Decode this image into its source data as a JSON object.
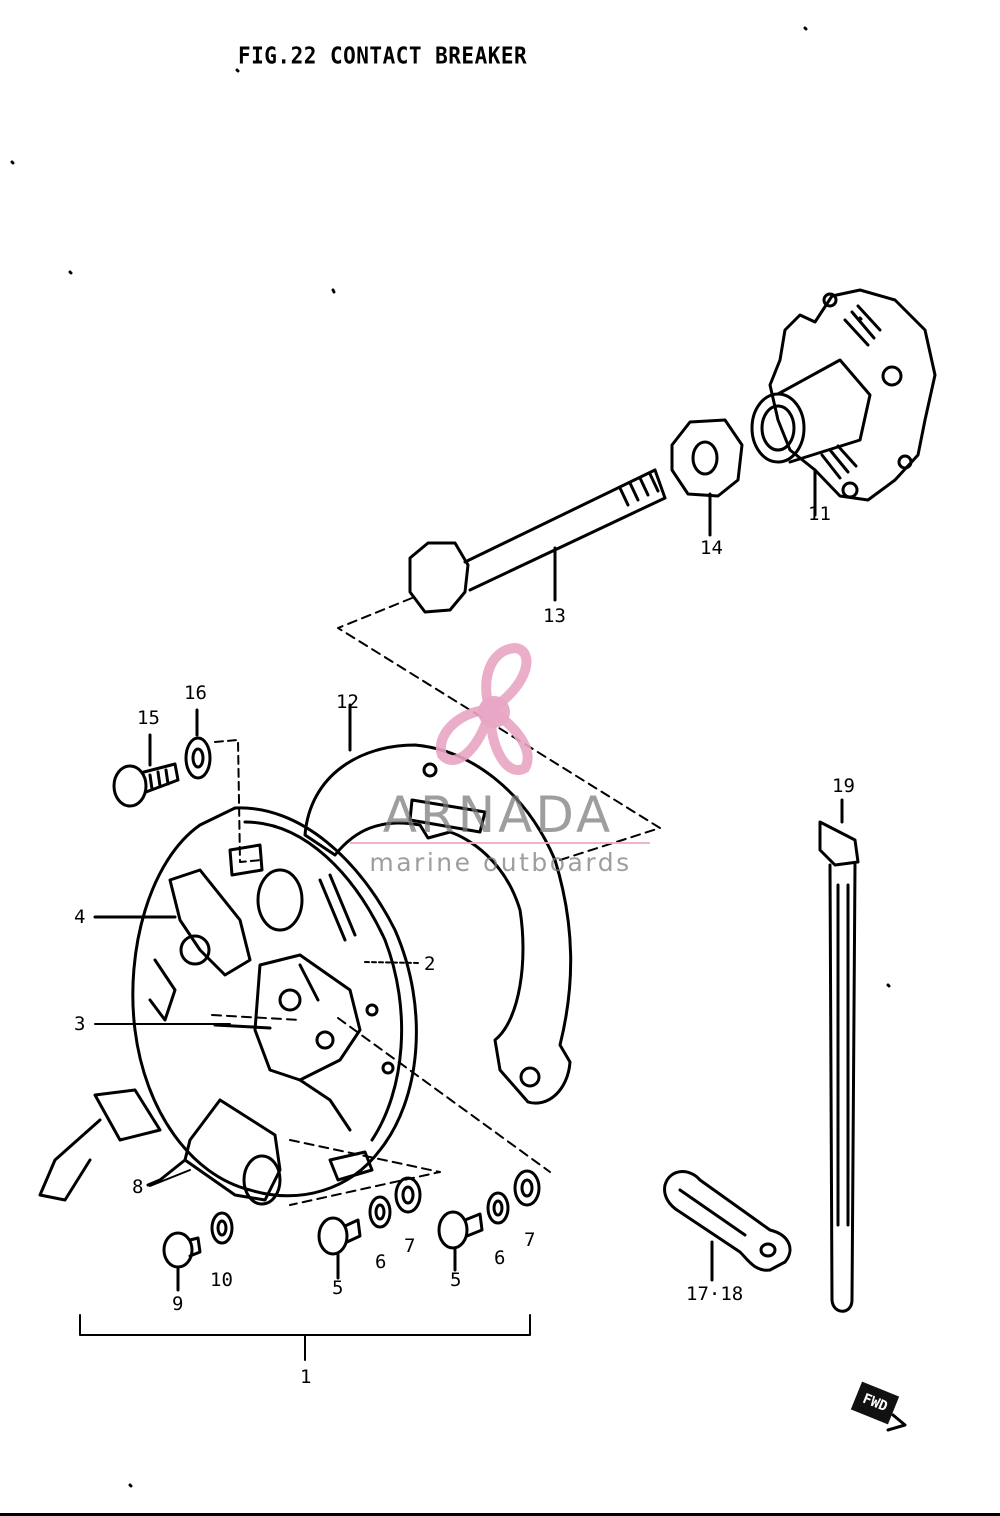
{
  "title": "FIG.22  CONTACT BREAKER",
  "callouts": [
    {
      "id": "c1",
      "text": "1"
    },
    {
      "id": "c2",
      "text": "2"
    },
    {
      "id": "c3",
      "text": "3"
    },
    {
      "id": "c4",
      "text": "4"
    },
    {
      "id": "c5a",
      "text": "5"
    },
    {
      "id": "c5b",
      "text": "5"
    },
    {
      "id": "c6a",
      "text": "6"
    },
    {
      "id": "c6b",
      "text": "6"
    },
    {
      "id": "c7a",
      "text": "7"
    },
    {
      "id": "c7b",
      "text": "7"
    },
    {
      "id": "c8",
      "text": "8"
    },
    {
      "id": "c9",
      "text": "9"
    },
    {
      "id": "c10",
      "text": "10"
    },
    {
      "id": "c11",
      "text": "11"
    },
    {
      "id": "c12",
      "text": "12"
    },
    {
      "id": "c13",
      "text": "13"
    },
    {
      "id": "c14",
      "text": "14"
    },
    {
      "id": "c15",
      "text": "15"
    },
    {
      "id": "c16",
      "text": "16"
    },
    {
      "id": "c17",
      "text": "17·18"
    },
    {
      "id": "c19",
      "text": "19"
    }
  ],
  "watermark": {
    "name": "ARNADA",
    "subtitle": "marine outboards",
    "logo_color": "#e8a6c4",
    "text_color": "#7a7a7a"
  },
  "forward_badge": "FWD",
  "colors": {
    "line": "#000000",
    "background": "#ffffff"
  }
}
